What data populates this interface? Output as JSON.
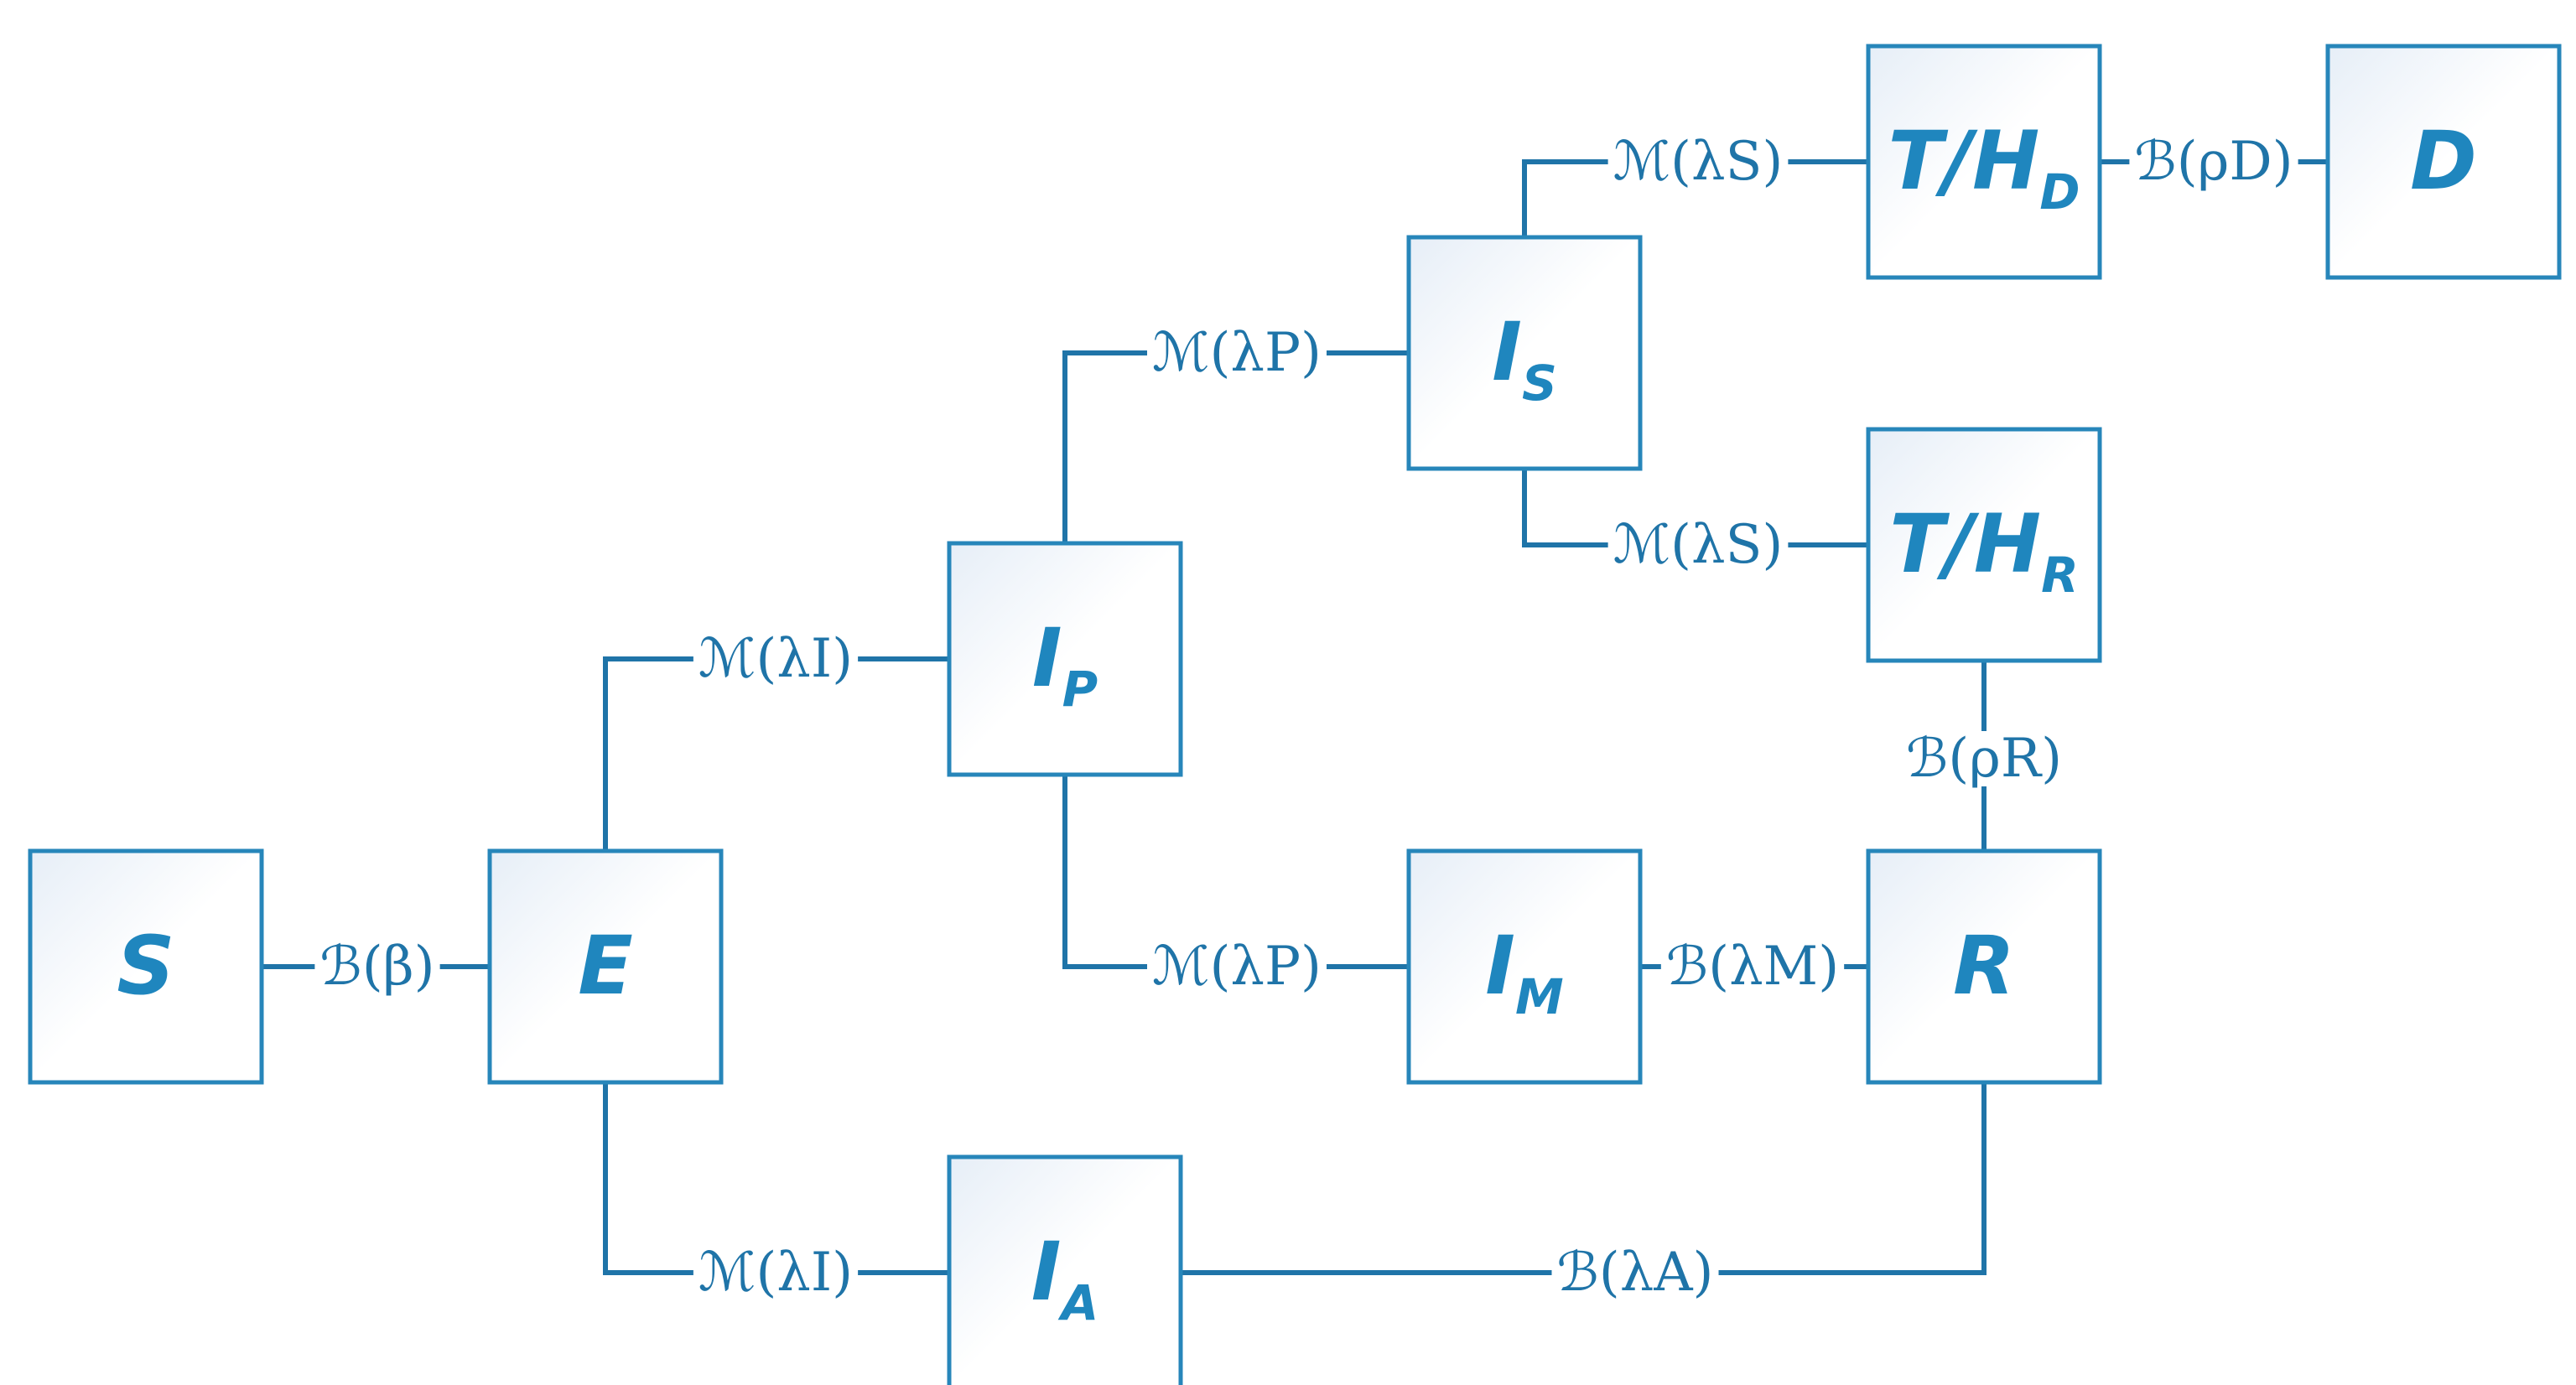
{
  "nodes": [
    {
      "id": "S",
      "label": "S",
      "sub": ""
    },
    {
      "id": "E",
      "label": "E",
      "sub": ""
    },
    {
      "id": "IP",
      "label": "I",
      "sub": "P"
    },
    {
      "id": "IA",
      "label": "I",
      "sub": "A"
    },
    {
      "id": "IS",
      "label": "I",
      "sub": "S"
    },
    {
      "id": "IM",
      "label": "I",
      "sub": "M"
    },
    {
      "id": "THD",
      "label": "T/H",
      "sub": "D"
    },
    {
      "id": "THR",
      "label": "T/H",
      "sub": "R"
    },
    {
      "id": "D",
      "label": "D",
      "sub": ""
    },
    {
      "id": "R",
      "label": "R",
      "sub": ""
    }
  ],
  "edges": [
    {
      "from": "S",
      "to": "E",
      "label": "ℬ(β)"
    },
    {
      "from": "E",
      "to": "IP",
      "label": "ℳ(λI)"
    },
    {
      "from": "E",
      "to": "IA",
      "label": "ℳ(λI)"
    },
    {
      "from": "IP",
      "to": "IS",
      "label": "ℳ(λP)"
    },
    {
      "from": "IP",
      "to": "IM",
      "label": "ℳ(λP)"
    },
    {
      "from": "IS",
      "to": "THD",
      "label": "ℳ(λS)"
    },
    {
      "from": "IS",
      "to": "THR",
      "label": "ℳ(λS)"
    },
    {
      "from": "THD",
      "to": "D",
      "label": "ℬ(ρD)"
    },
    {
      "from": "THR",
      "to": "R",
      "label": "ℬ(ρR)"
    },
    {
      "from": "IM",
      "to": "R",
      "label": "ℬ(λM)"
    },
    {
      "from": "IA",
      "to": "R",
      "label": "ℬ(λA)"
    }
  ]
}
